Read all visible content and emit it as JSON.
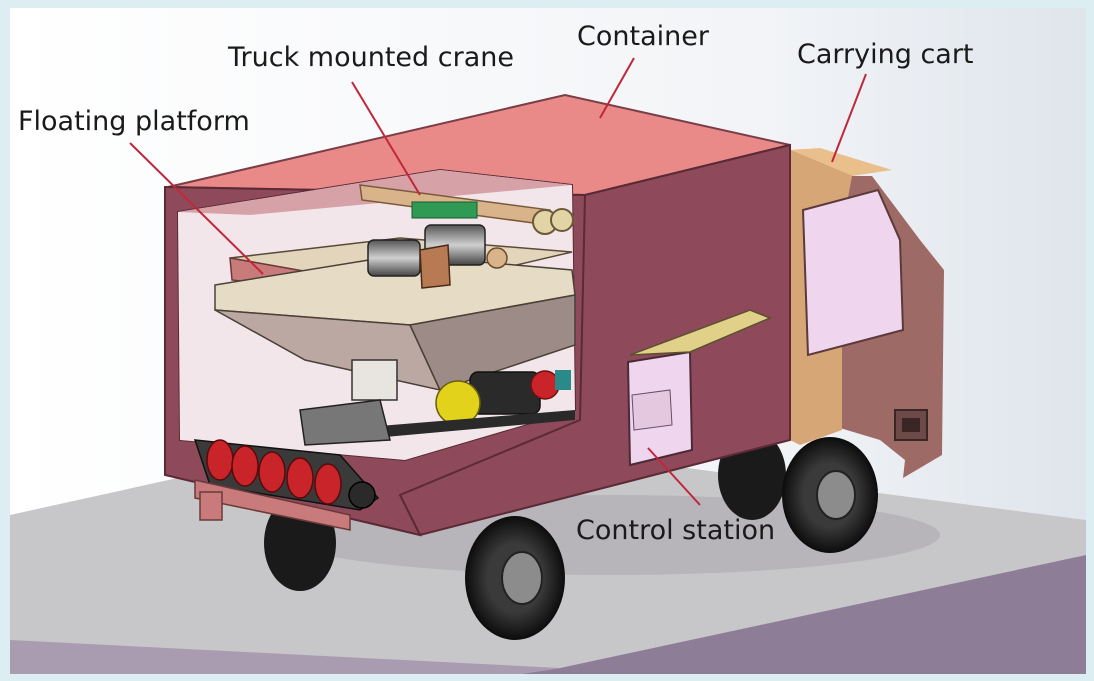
{
  "labels": {
    "container": "Container",
    "truck_mounted_crane": "Truck mounted crane",
    "carrying_cart": "Carrying cart",
    "floating_platform": "Floating platform",
    "control_station": "Control station"
  },
  "colors": {
    "frame": "#ddeef3",
    "container_front": "#8e4a5b",
    "container_top": "#e98a89",
    "cab": "#9e6a66",
    "cab_top": "#e9bf8c",
    "window": "#efd6ee",
    "platform_top": "#e3d5bb",
    "platform_side": "#bba8a3",
    "auger": "#c8242a",
    "crane": "#d9b48a",
    "gear": "#e2d21c",
    "floor": "#c6c5c8",
    "block_side": "#8e7d97",
    "tire": "#141414",
    "leader": "#c0283a"
  }
}
